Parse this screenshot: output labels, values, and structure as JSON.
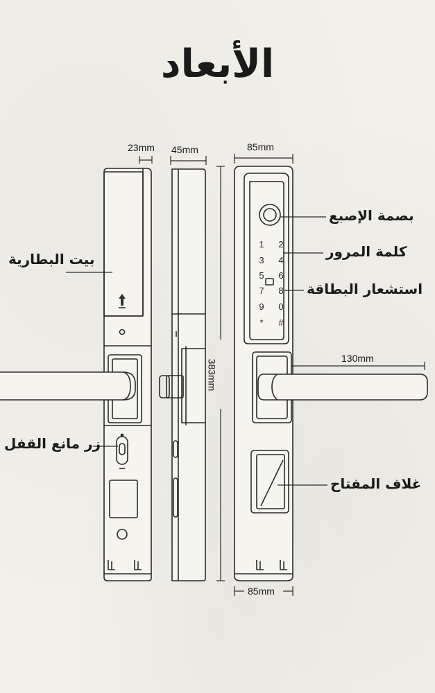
{
  "title": "الأبعاد",
  "labels": {
    "fingerprint": "بصمة الإصبع",
    "password": "كلمة المرور",
    "card_sensor": "استشعار البطاقة",
    "battery_house": "بيت البطارية",
    "anti_lock_button": "زر مانع القفل",
    "key_cover": "غلاف المفتاح"
  },
  "dimensions": {
    "side_thickness": "23mm",
    "profile_depth": "45mm",
    "front_width_top": "85mm",
    "total_height": "383mm",
    "handle_length": "130mm",
    "front_width_bottom": "85mm"
  },
  "keypad": [
    "1",
    "2",
    "3",
    "4",
    "5",
    "6",
    "7",
    "8",
    "9",
    "0",
    "*",
    "#"
  ]
}
